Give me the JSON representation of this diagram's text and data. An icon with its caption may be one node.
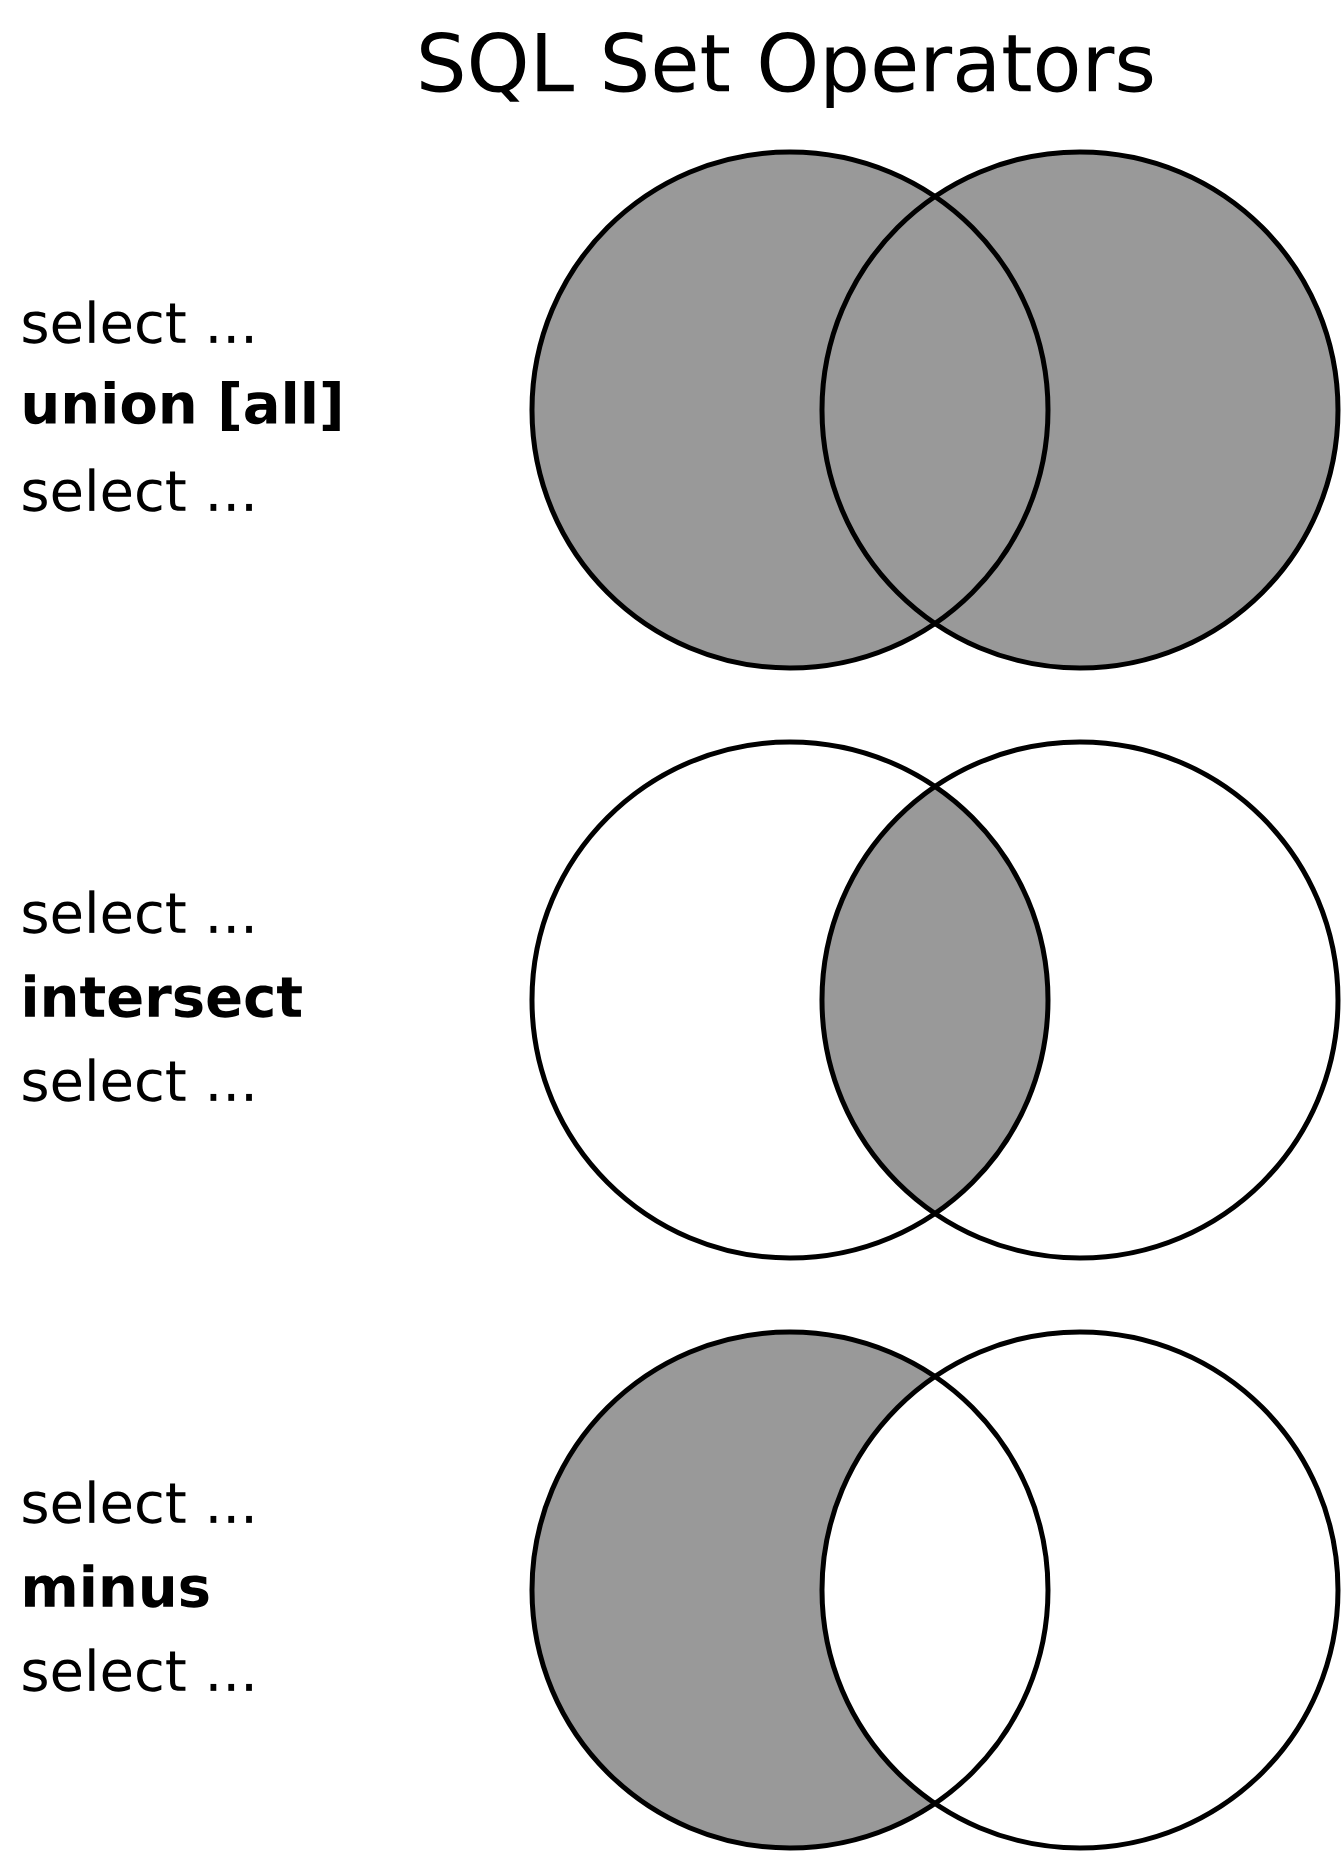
{
  "diagram": {
    "title": "SQL Set Operators",
    "labels": [
      "select ...",
      "union [all]",
      "select ...",
      "select ...",
      "intersect",
      "select ...",
      "select ...",
      "minus",
      "select ..."
    ]
  }
}
